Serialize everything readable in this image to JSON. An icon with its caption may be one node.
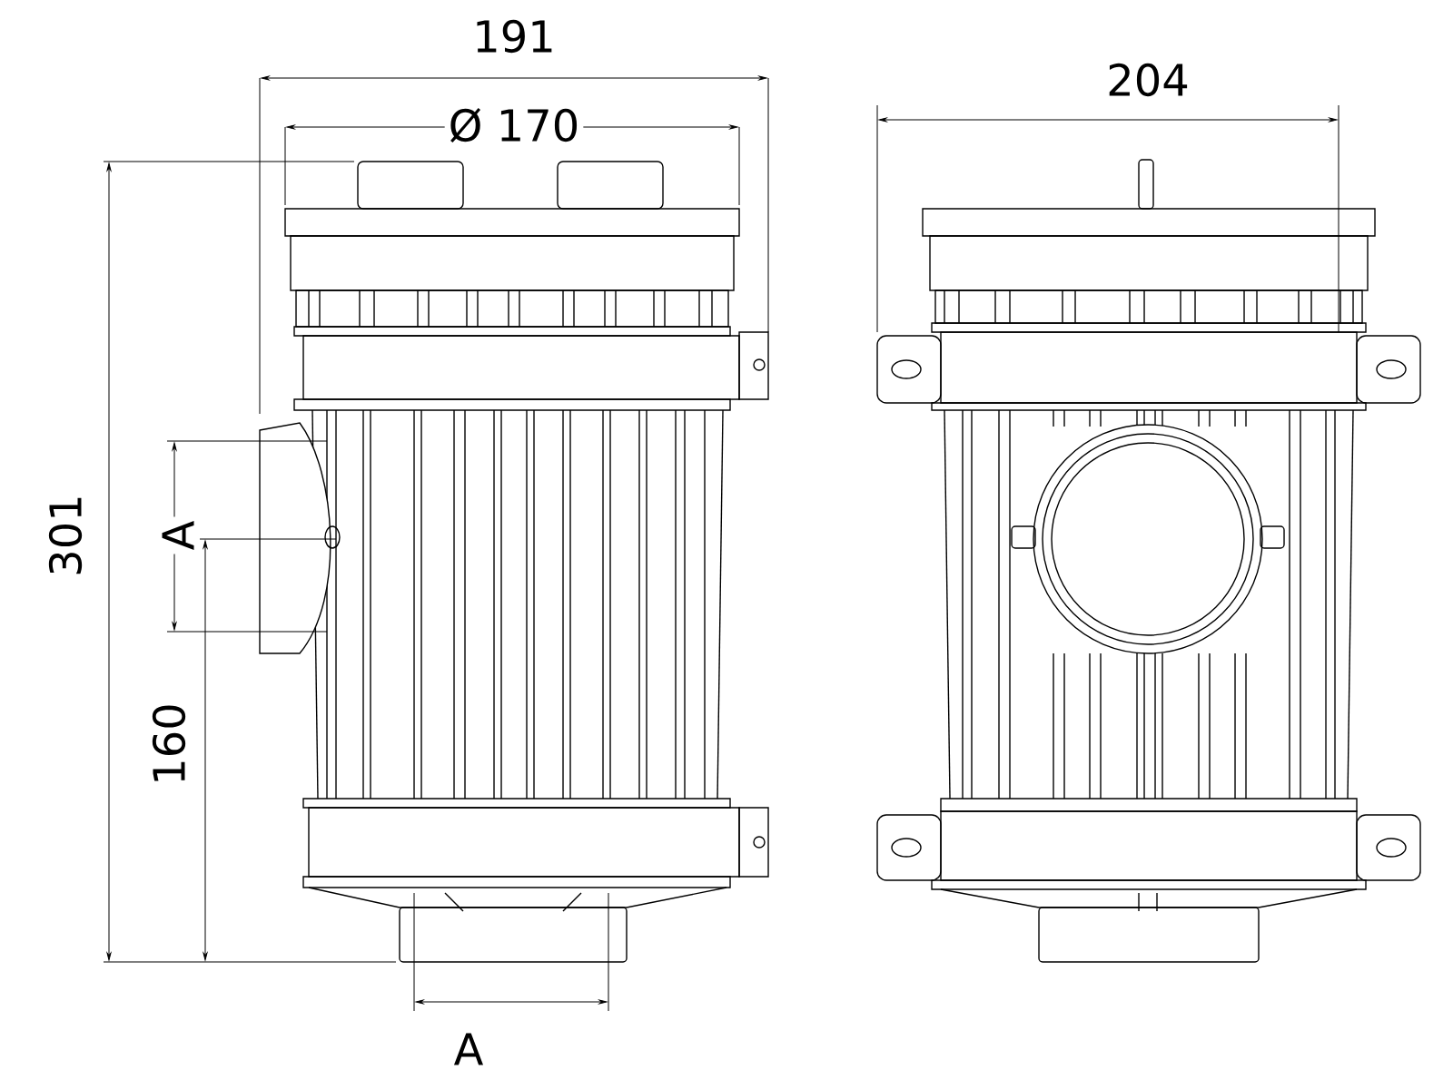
{
  "diagram": {
    "labels": [
      "191",
      "Ø 170",
      "204",
      "301",
      "A",
      "160",
      "A"
    ]
  }
}
